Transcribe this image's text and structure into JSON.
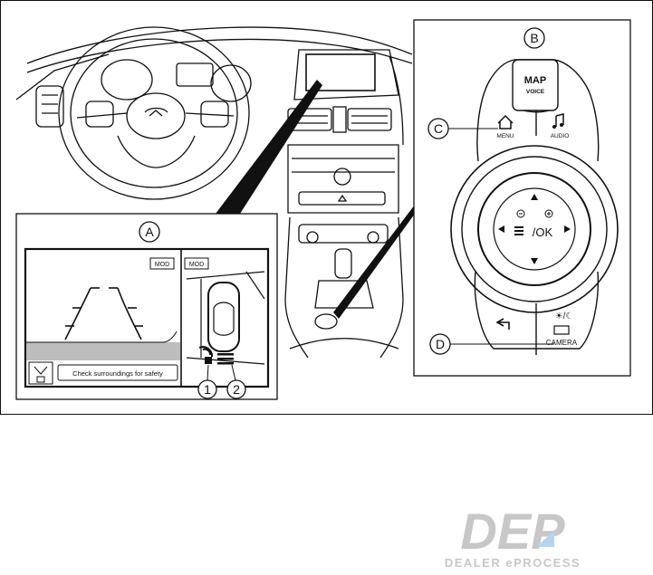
{
  "callouts": {
    "a": "A",
    "b": "B",
    "c": "C",
    "d": "D",
    "one": "1",
    "two": "2"
  },
  "screen": {
    "mod_left": "MOD",
    "mod_right": "MOD",
    "message": "Check surroundings for safety"
  },
  "controller": {
    "map": "MAP",
    "voice": "VOICE",
    "menu": "MENU",
    "audio": "AUDIO",
    "ok": "/OK",
    "camera": "CAMERA"
  },
  "watermark": {
    "logo": "DEP",
    "tagline": "DEALER ePROCESS"
  },
  "colors": {
    "line": "#111111",
    "band": "#bdbdbd",
    "logo": "#c7c7c7",
    "logo_accent": "#b9d3ee"
  }
}
